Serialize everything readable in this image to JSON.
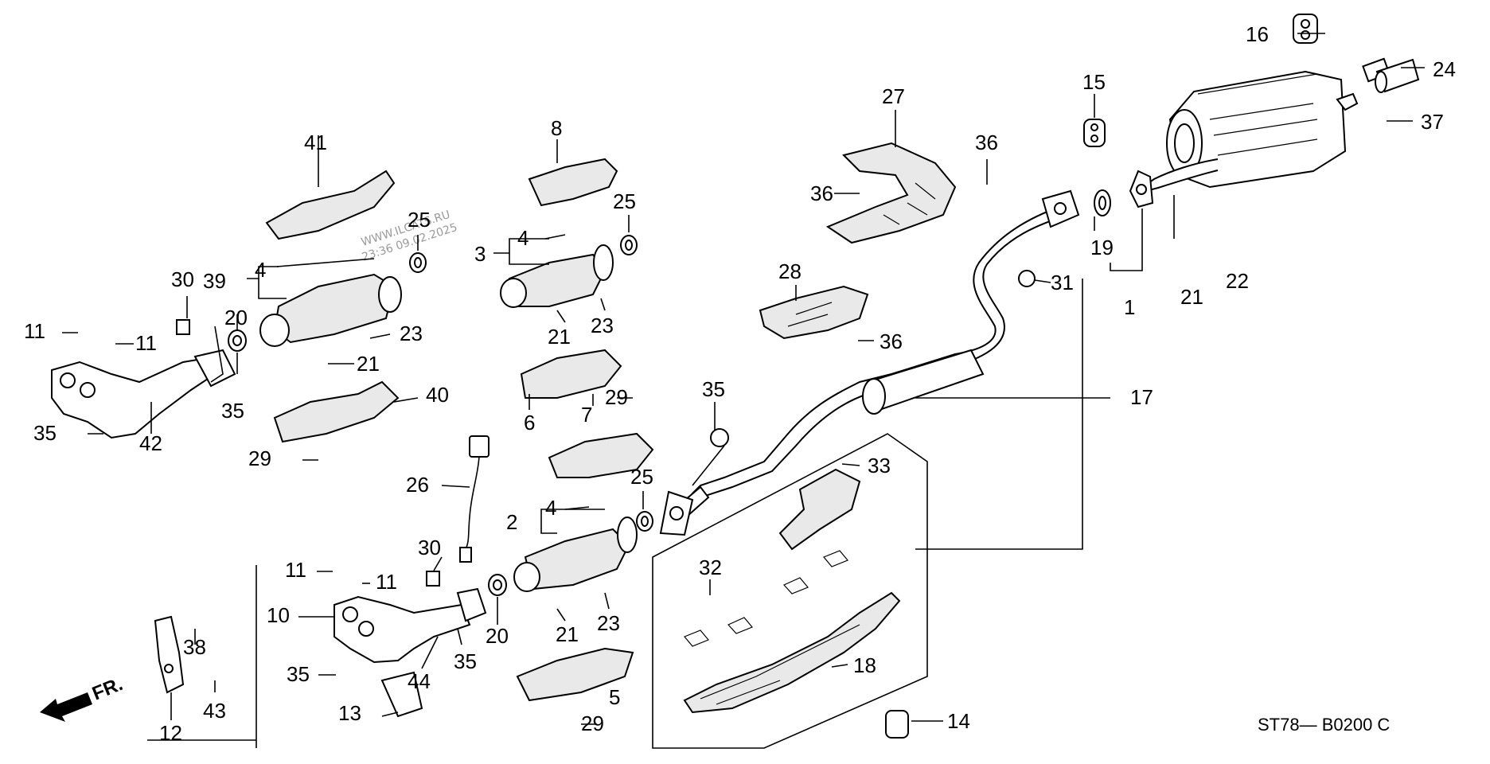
{
  "diagram": {
    "watermark": {
      "line1": "WWW.ILCATS.RU",
      "line2": "23:36 09.02.2025"
    },
    "reference_code": "ST78— B0200 C",
    "direction_label": "FR.",
    "callouts": {
      "c1": "1",
      "c2": "2",
      "c3": "3",
      "c4a": "4",
      "c4b": "4",
      "c4c": "4",
      "c5": "5",
      "c6": "6",
      "c7": "7",
      "c8": "8",
      "c10": "10",
      "c11a": "11",
      "c11b": "11",
      "c11c": "11",
      "c11d": "11",
      "c12": "12",
      "c13": "13",
      "c14": "14",
      "c15": "15",
      "c16": "16",
      "c17": "17",
      "c18": "18",
      "c19": "19",
      "c20a": "20",
      "c20b": "20",
      "c21a": "21",
      "c21b": "21",
      "c21c": "21",
      "c21d": "21",
      "c22": "22",
      "c23a": "23",
      "c23b": "23",
      "c23c": "23",
      "c24": "24",
      "c25a": "25",
      "c25b": "25",
      "c25c": "25",
      "c26": "26",
      "c27": "27",
      "c28": "28",
      "c29a": "29",
      "c29b": "29",
      "c29c": "29",
      "c30a": "30",
      "c30b": "30",
      "c31": "31",
      "c32": "32",
      "c33": "33",
      "c35a": "35",
      "c35b": "35",
      "c35c": "35",
      "c35d": "35",
      "c35e": "35",
      "c36a": "36",
      "c36b": "36",
      "c36c": "36",
      "c37": "37",
      "c38": "38",
      "c39": "39",
      "c40": "40",
      "c41": "41",
      "c42": "42",
      "c43": "43",
      "c44": "44"
    }
  }
}
